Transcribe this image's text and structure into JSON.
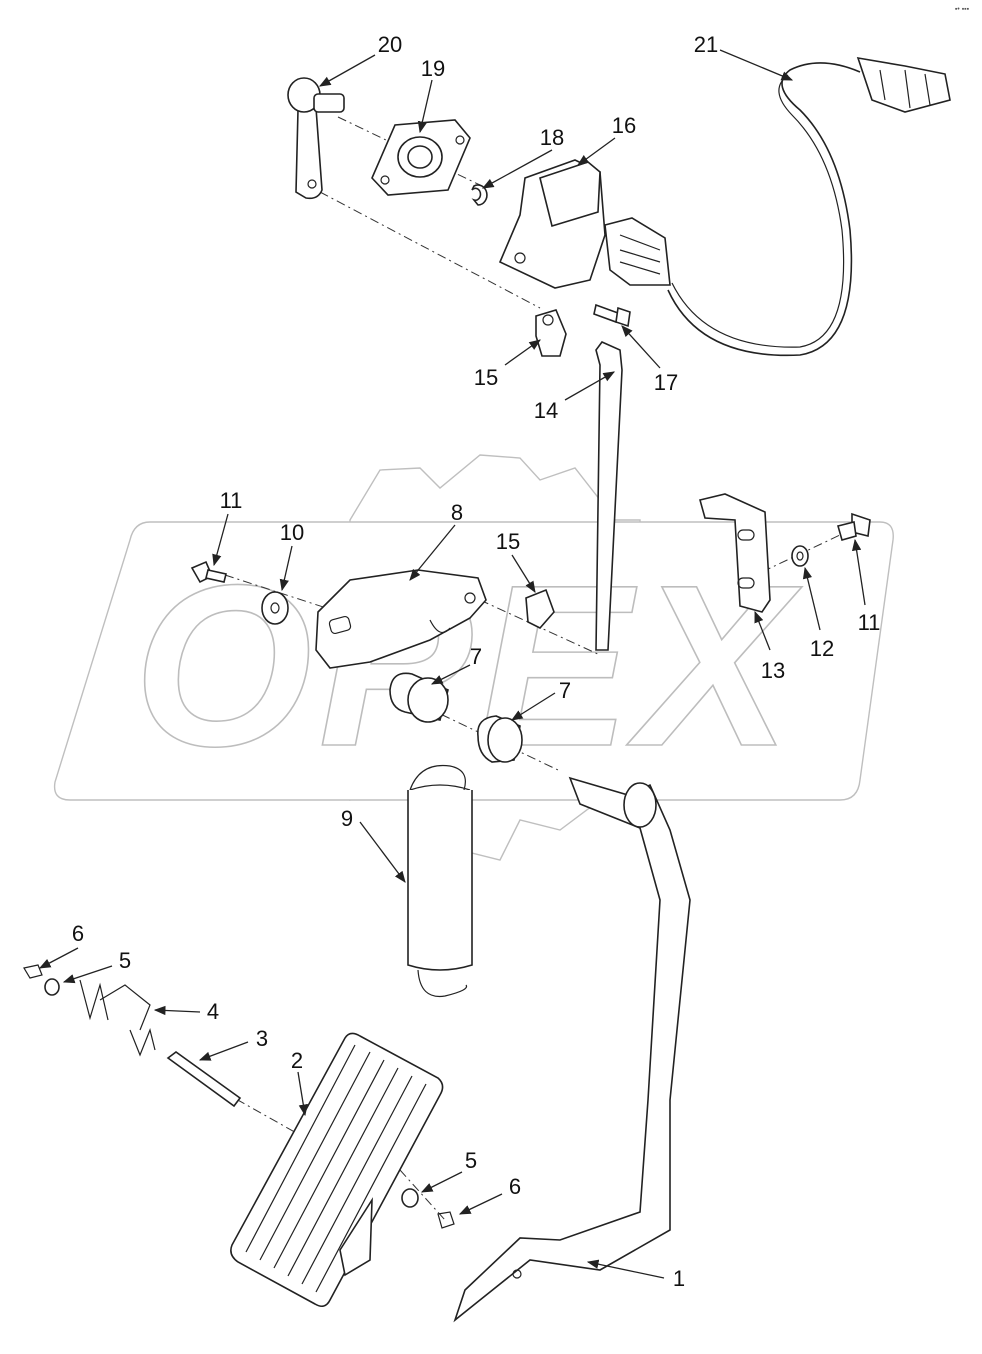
{
  "watermark": {
    "text": "OPEX"
  },
  "corner_mark": "▪• ▪▪▪",
  "callouts": [
    "20",
    "19",
    "18",
    "16",
    "21",
    "15",
    "17",
    "14",
    "11",
    "10",
    "8",
    "15",
    "13",
    "12",
    "11",
    "7",
    "7",
    "9",
    "6",
    "5",
    "4",
    "3",
    "2",
    "5",
    "6",
    "1"
  ]
}
